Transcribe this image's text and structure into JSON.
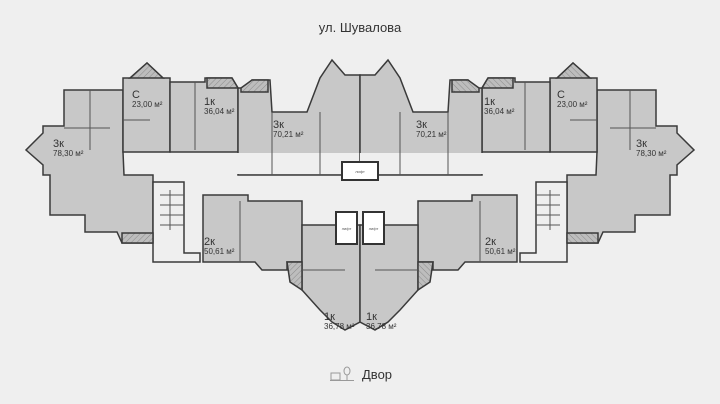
{
  "street_label": "ул. Шувалова",
  "yard_label": "Двор",
  "yard_icon": "yard-tree-icon",
  "lift_label": "лифт",
  "colors": {
    "background": "#efefef",
    "unit_fill": "#c8c8c8",
    "wall": "#3a3a3a",
    "balcony": "#b0b0b0"
  },
  "units": [
    {
      "type": "3к",
      "area": "78,30 м²"
    },
    {
      "type": "С",
      "area": "23,00 м²"
    },
    {
      "type": "1к",
      "area": "36,04 м²"
    },
    {
      "type": "3к",
      "area": "70,21 м²"
    },
    {
      "type": "2к",
      "area": "50,61 м²"
    },
    {
      "type": "1к",
      "area": "36,78 м²"
    },
    {
      "type": "1к",
      "area": "36,78 м²"
    },
    {
      "type": "2к",
      "area": "50,61 м²"
    },
    {
      "type": "3к",
      "area": "70,21 м²"
    },
    {
      "type": "1к",
      "area": "36,04 м²"
    },
    {
      "type": "С",
      "area": "23,00 м²"
    },
    {
      "type": "3к",
      "area": "78,30 м²"
    }
  ]
}
